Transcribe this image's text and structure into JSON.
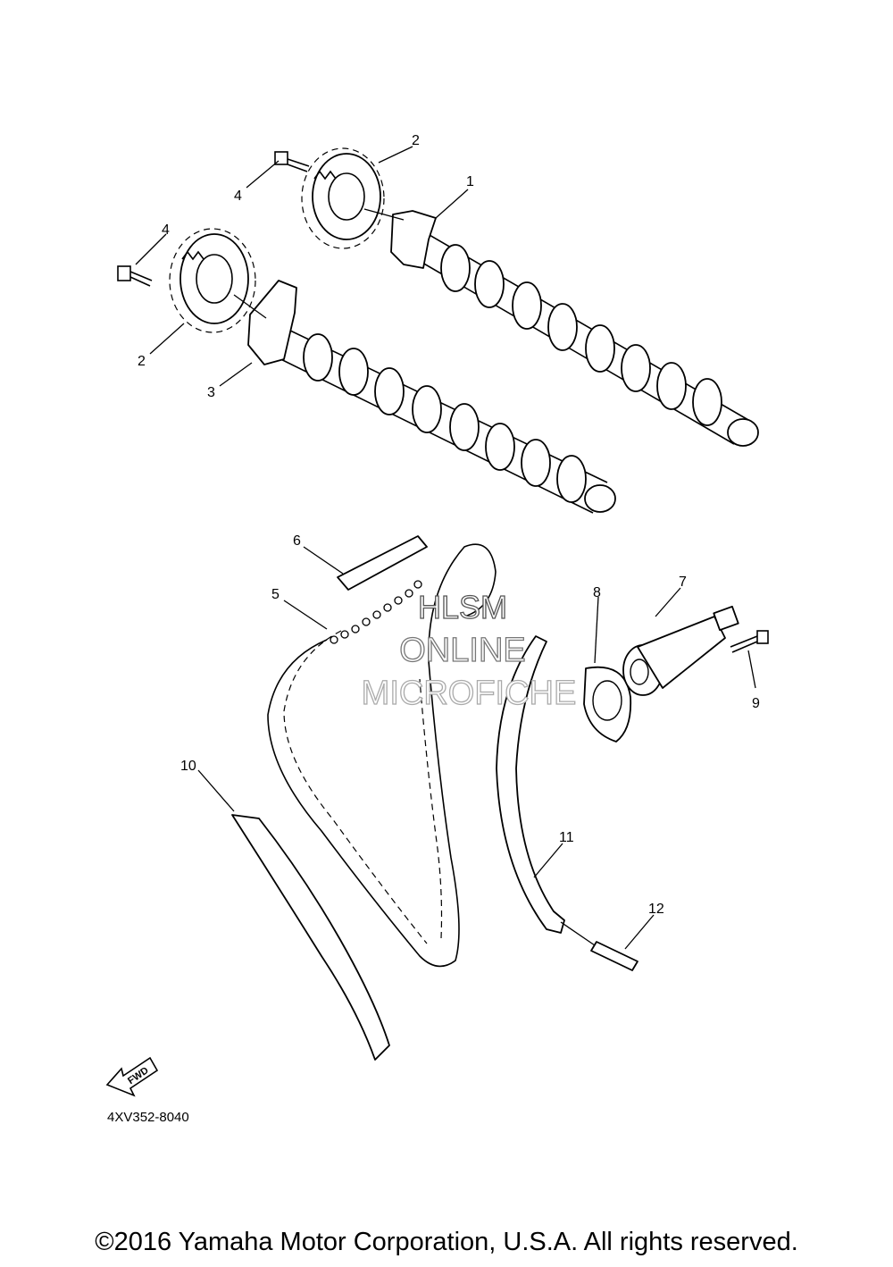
{
  "diagram": {
    "callouts": {
      "c1": "1",
      "c2a": "2",
      "c2b": "2",
      "c3": "3",
      "c4a": "4",
      "c4b": "4",
      "c5": "5",
      "c6": "6",
      "c7": "7",
      "c8": "8",
      "c9": "9",
      "c10": "10",
      "c11": "11",
      "c12": "12"
    },
    "fwd_label": "FWD",
    "diagram_code": "4XV352-8040",
    "watermark": [
      "HLSM",
      "ONLINE",
      "MICROFICHE"
    ]
  },
  "footer": {
    "copyright": "©2016 Yamaha Motor Corporation, U.S.A. All rights reserved."
  }
}
